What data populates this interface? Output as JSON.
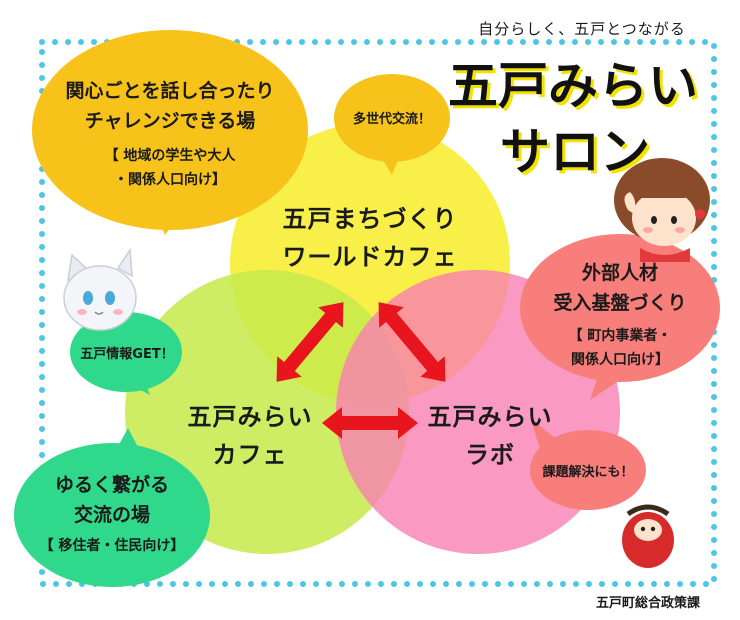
{
  "header": {
    "subtitle": "自分らしく、五戸とつながる",
    "title_line1": "五戸みらい",
    "title_line2": "サロン"
  },
  "circles": {
    "top": {
      "line1": "五戸まちづくり",
      "line2": "ワールドカフェ"
    },
    "left": {
      "line1": "五戸みらい",
      "line2": "カフェ"
    },
    "right": {
      "line1": "五戸みらい",
      "line2": "ラボ"
    }
  },
  "bubbles": {
    "top_left": {
      "line1": "関心ごとを話し合ったり",
      "line2": "チャレンジできる場",
      "sub1": "【 地域の学生や大人",
      "sub2": "・関係人口向け】"
    },
    "multi_generation": "多世代交流！",
    "info_get": "五戸情報GET！",
    "bottom_left": {
      "line1": "ゆるく繋がる",
      "line2": "交流の場",
      "sub1": "【 移住者・住民向け】"
    },
    "right": {
      "line1": "外部人材",
      "line2": "受入基盤づくり",
      "sub1": "【 町内事業者・",
      "sub2": "関係人口向け】"
    },
    "problem_solving": "課題解決にも！"
  },
  "footer": {
    "credit": "五戸町総合政策課"
  },
  "colors": {
    "border_dots": "#4cc6e3",
    "yellow_circle": "#f7ef3a",
    "green_circle": "#c6ea4a",
    "pink_circle": "#f97fb1",
    "orange_bubble": "#f7c21a",
    "teal_bubble": "#2fd88a",
    "salmon_bubble": "#f77e7a",
    "arrow": "#e8141e"
  }
}
